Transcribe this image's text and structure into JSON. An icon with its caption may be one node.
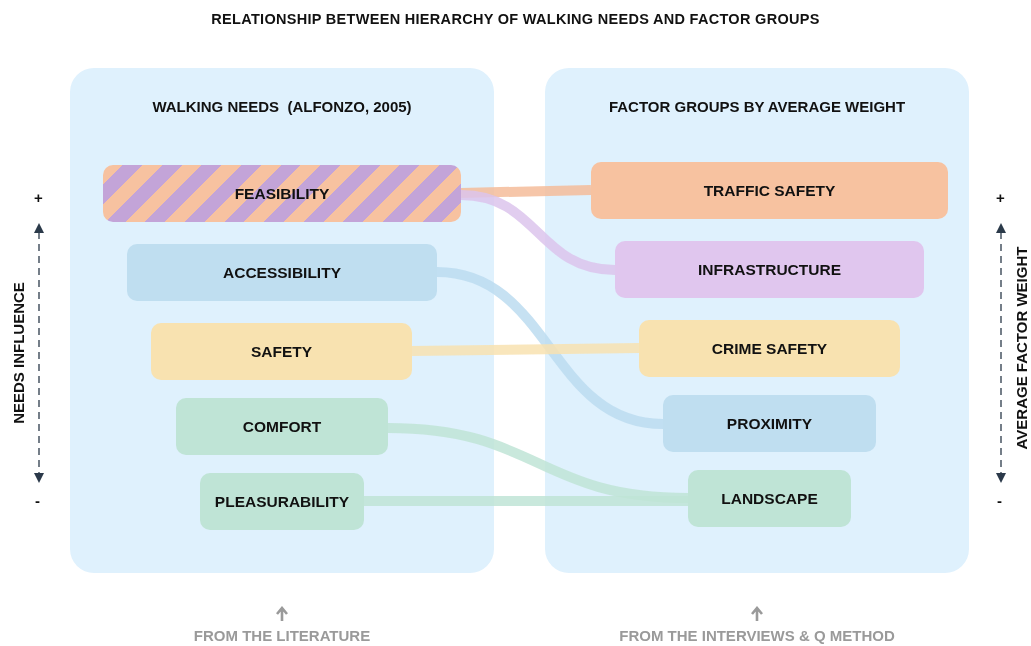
{
  "diagram": {
    "title": "RELATIONSHIP BETWEEN HIERARCHY OF WALKING NEEDS AND FACTOR GROUPS",
    "nodes": [
      {
        "text": [
          "WALKING NEEDS  (ALFONZO, 2005)"
        ]
      },
      {
        "text": [
          "FEASIBILITY"
        ],
        "in": 0
      },
      {
        "text": [
          "ACCESSIBILITY"
        ],
        "in": 0
      },
      {
        "text": [
          "SAFETY"
        ],
        "in": 0
      },
      {
        "text": [
          "COMFORT"
        ],
        "in": 0
      },
      {
        "text": [
          "PLEASURABILITY"
        ],
        "in": 0
      },
      {
        "text": [
          "FACTOR GROUPS BY AVERAGE WEIGHT"
        ]
      },
      {
        "text": [
          "TRAFFIC SAFETY"
        ],
        "in": 6
      },
      {
        "text": [
          "INFRASTRUCTURE"
        ],
        "in": 6
      },
      {
        "text": [
          "CRIME SAFETY"
        ],
        "in": 6
      },
      {
        "text": [
          "PROXIMITY"
        ],
        "in": 6
      },
      {
        "text": [
          "LANDSCAPE"
        ],
        "in": 6
      }
    ],
    "edges": [
      {
        "from": 1,
        "to": 7,
        "arrow": "none",
        "color": "#f5bc9a"
      },
      {
        "from": 1,
        "to": 8,
        "arrow": "none",
        "color": "#dcc4ec"
      },
      {
        "from": 2,
        "to": 10,
        "arrow": "none",
        "color": "#bcdcf0"
      },
      {
        "from": 3,
        "to": 9,
        "arrow": "none",
        "color": "#f8e2b0"
      },
      {
        "from": 4,
        "to": 11,
        "arrow": "none",
        "color": "#bfe4d6"
      },
      {
        "from": 5,
        "to": 11,
        "arrow": "none",
        "color": "#bfe4d6"
      }
    ],
    "labels": [
      "+",
      "NEEDS INFLUENCE",
      "-",
      "+",
      "AVERAGE FACTOR WEIGHT",
      "-",
      "FROM THE LITERATURE",
      "FROM THE INTERVIEWS & Q METHOD"
    ]
  }
}
